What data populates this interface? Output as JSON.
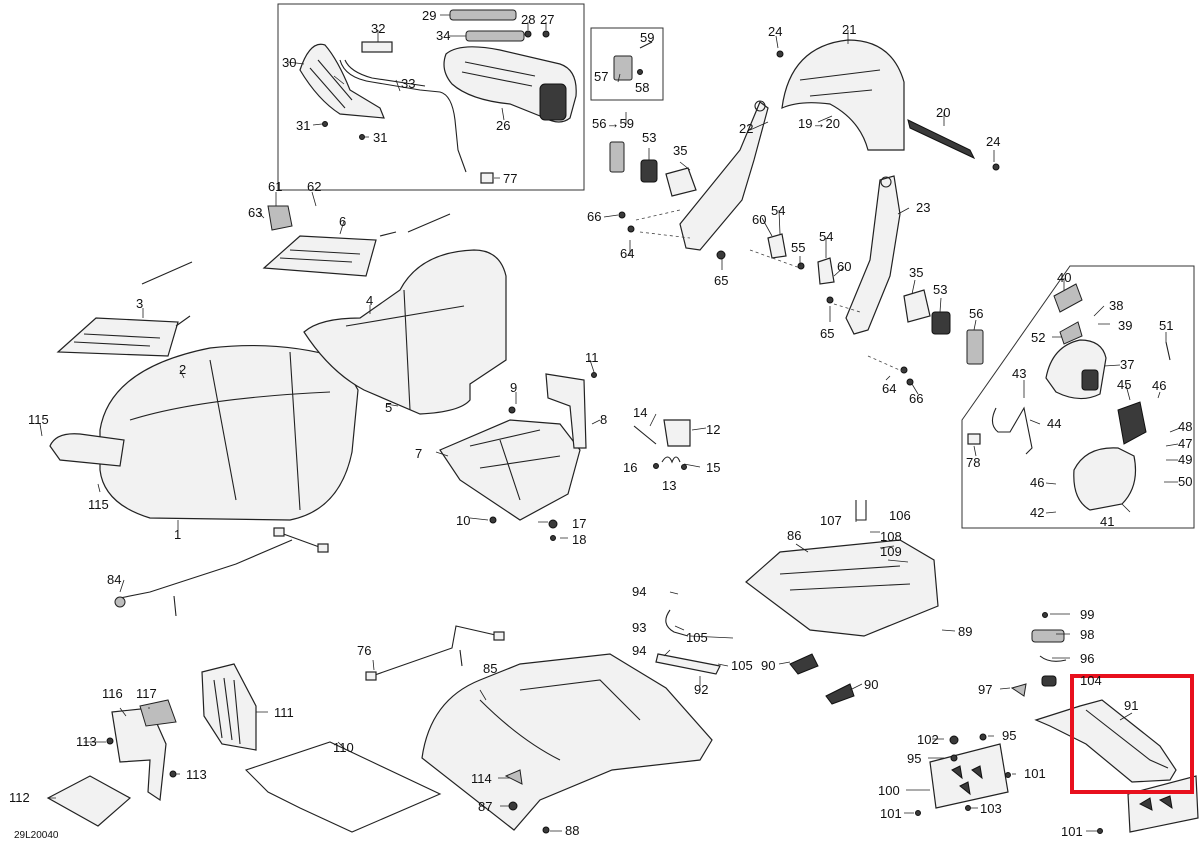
{
  "diagram_code": "29L20040",
  "highlight_color": "#e8101d",
  "highlighted_part": "91",
  "labels": {
    "l1": "1",
    "l2": "2",
    "l3": "3",
    "l4": "4",
    "l5": "5",
    "l6": "6",
    "l7": "7",
    "l8": "8",
    "l9": "9",
    "l10": "10",
    "l11": "11",
    "l12": "12",
    "l13": "13",
    "l14": "14",
    "l15": "15",
    "l16": "16",
    "l17": "17",
    "l18": "18",
    "l19_20": "19→20",
    "l20": "20",
    "l21": "21",
    "l22": "22",
    "l23": "23",
    "l24a": "24",
    "l24b": "24",
    "l26": "26",
    "l27": "27",
    "l28": "28",
    "l29": "29",
    "l30": "30",
    "l31a": "31",
    "l31b": "31",
    "l32": "32",
    "l33": "33",
    "l34": "34",
    "l35a": "35",
    "l35b": "35",
    "l37": "37",
    "l38": "38",
    "l39": "39",
    "l40": "40",
    "l41": "41",
    "l42": "42",
    "l43": "43",
    "l44": "44",
    "l45": "45",
    "l46a": "46",
    "l46b": "46",
    "l47": "47",
    "l48": "48",
    "l49": "49",
    "l50": "50",
    "l51": "51",
    "l52": "52",
    "l53a": "53",
    "l53b": "53",
    "l54a": "54",
    "l54b": "54",
    "l55": "55",
    "l56": "56",
    "l56_59": "56→59",
    "l57": "57",
    "l58": "58",
    "l59": "59",
    "l60a": "60",
    "l60b": "60",
    "l61": "61",
    "l62": "62",
    "l63": "63",
    "l64a": "64",
    "l64b": "64",
    "l65a": "65",
    "l65b": "65",
    "l66a": "66",
    "l66b": "66",
    "l76": "76",
    "l77": "77",
    "l78": "78",
    "l84": "84",
    "l85": "85",
    "l86": "86",
    "l87": "87",
    "l88": "88",
    "l89": "89",
    "l90a": "90",
    "l90b": "90",
    "l91": "91",
    "l92": "92",
    "l93": "93",
    "l94a": "94",
    "l94b": "94",
    "l95a": "95",
    "l95b": "95",
    "l96": "96",
    "l97": "97",
    "l98": "98",
    "l99": "99",
    "l100": "100",
    "l101a": "101",
    "l101b": "101",
    "l101c": "101",
    "l102": "102",
    "l103": "103",
    "l104": "104",
    "l105a": "105",
    "l105b": "105",
    "l106": "106",
    "l107": "107",
    "l108": "108",
    "l109": "109",
    "l110": "110",
    "l111": "111",
    "l112": "112",
    "l113a": "113",
    "l113b": "113",
    "l114": "114",
    "l115a": "115",
    "l115b": "115",
    "l116": "116",
    "l117": "117"
  }
}
